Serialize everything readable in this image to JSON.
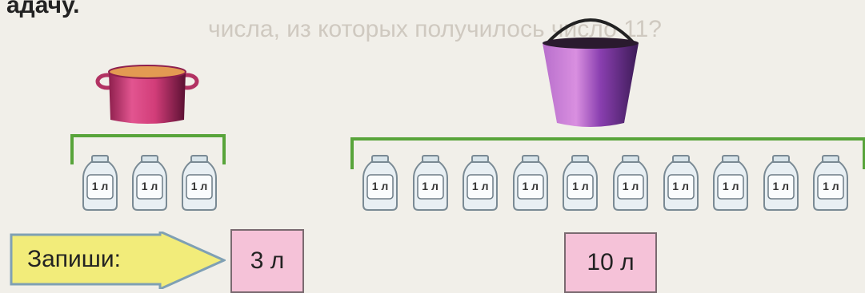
{
  "header_fragment": "адачу.",
  "faded_text": "числа, из которых получилось число 11?",
  "jar_label": "1 л",
  "pot_jars": [
    "1 л",
    "1 л",
    "1 л"
  ],
  "bucket_jars": [
    "1 л",
    "1 л",
    "1 л",
    "1 л",
    "1 л",
    "1 л",
    "1 л",
    "1 л",
    "1 л",
    "1 л"
  ],
  "prompt_label": "Запиши:",
  "answers": {
    "pot": "3 л",
    "bucket": "10 л"
  },
  "colors": {
    "bracket": "#58a43a",
    "answer_box": "#f5c2d8",
    "arrow_fill": "#f2ec7a",
    "pot": "#d8407a",
    "bucket": "#9b4fb3"
  }
}
